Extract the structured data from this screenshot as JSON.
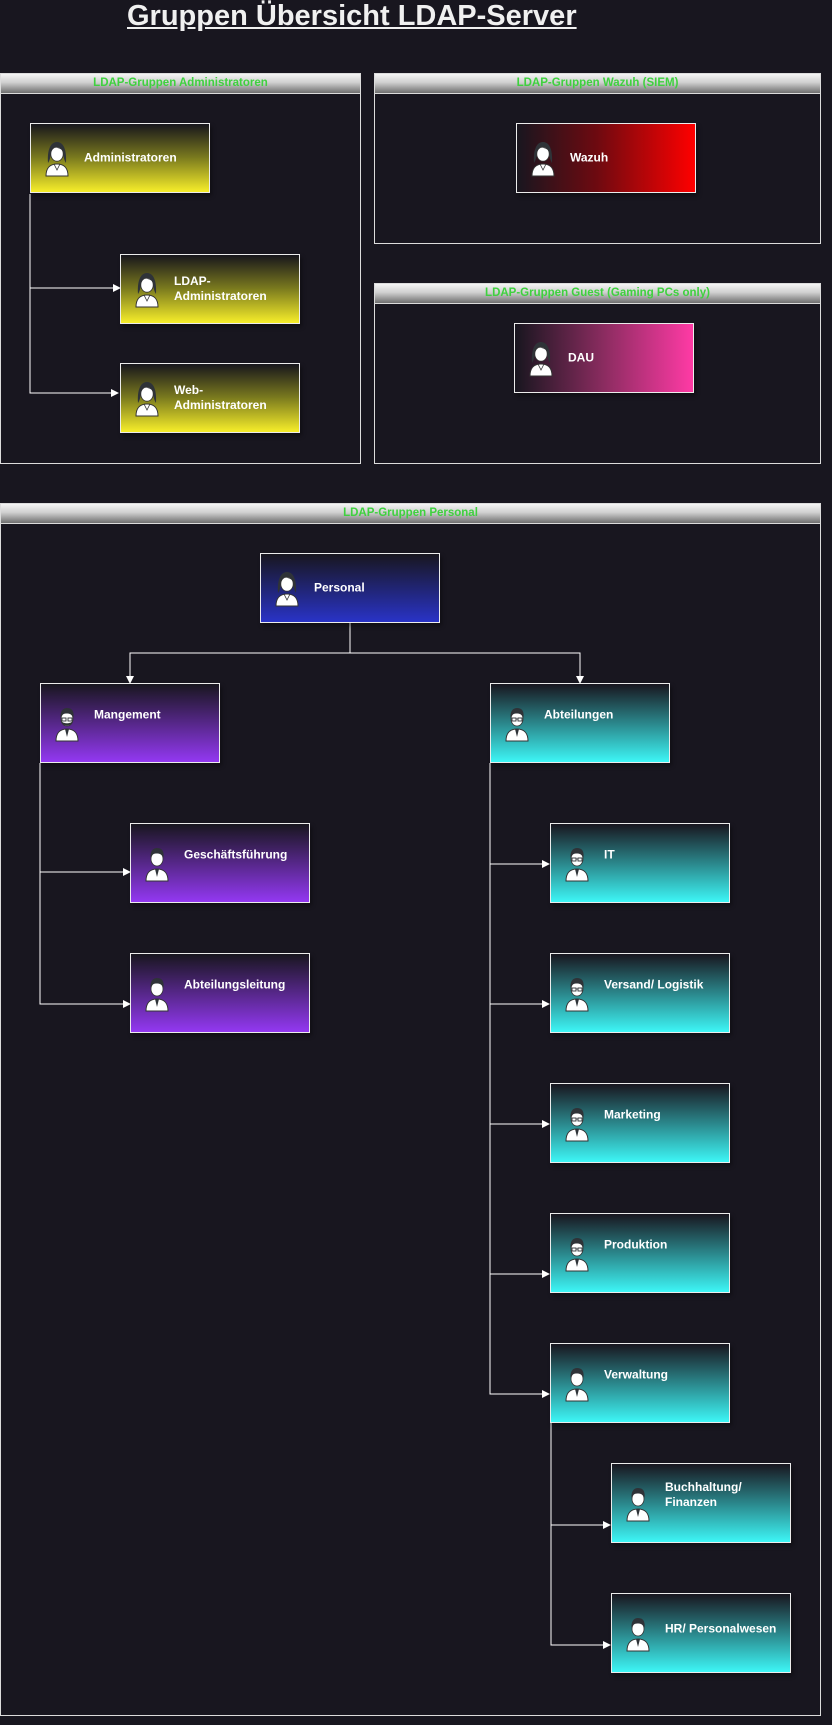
{
  "title": "Gruppen Übersicht LDAP-Server",
  "containers": {
    "admins": "LDAP-Gruppen Administratoren",
    "wazuh": "LDAP-Gruppen Wazuh (SIEM)",
    "guest": "LDAP-Gruppen Guest (Gaming PCs only)",
    "personal": "LDAP-Gruppen Personal"
  },
  "nodes": {
    "administratoren": "Administratoren",
    "ldap_administratoren": "LDAP-\nAdministratoren",
    "web_administratoren": "Web-Administratoren",
    "wazuh": "Wazuh",
    "dau": "DAU",
    "personal": "Personal",
    "mangement": "Mangement",
    "geschaeftsfuehrung": "Geschäftsführung",
    "abteilungsleitung": "Abteilungsleitung",
    "abteilungen": "Abteilungen",
    "it": "IT",
    "versand": "Versand/ Logistik",
    "marketing": "Marketing",
    "produktion": "Produktion",
    "verwaltung": "Verwaltung",
    "buchhaltung": "Buchhaltung/\nFinanzen",
    "hr": "HR/ Personalwesen"
  },
  "colors": {
    "background": "#18161f",
    "header_text": "#3fd13f",
    "yellow": "#f7ee2a",
    "red": "#ff0000",
    "pink": "#ff3aa5",
    "blue": "#2933c7",
    "purple": "#9338f2",
    "cyan": "#3df6f6"
  },
  "icons": {
    "female": "female-user-icon",
    "male": "male-user-icon",
    "male_glasses": "male-user-glasses-icon",
    "male_beard": "male-user-beard-icon"
  }
}
